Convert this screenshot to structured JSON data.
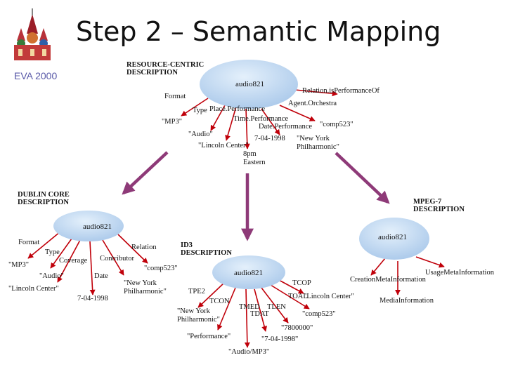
{
  "title": "Step 2 – Semantic Mapping",
  "logo_caption": "EVA 2000",
  "colors": {
    "edge": "#c0000a",
    "node": "#a9c8ea",
    "node_highlight": "#e4f0fb",
    "arrow": "#8e3a78",
    "ink": "#111111"
  },
  "top": {
    "header_line1": "RESOURCE-CENTRIC",
    "header_line2": "DESCRIPTION",
    "node": "audio821",
    "relation": "Relation.isPerformanceOf",
    "format": "Format",
    "type": "Type",
    "place_performance": "Place.Performance",
    "agent_orchestra": "Agent.Orchestra",
    "time_performance": "Time.Performance",
    "date_performance": "Date.Performance",
    "mp3": "\"MP3\"",
    "comp523": "\"comp523\"",
    "audio": "\"Audio\"",
    "date_value": "7-04-1998",
    "ny_line1": "\"New York",
    "ny_line2": "Philharmonic\"",
    "lincoln": "\"Lincoln Center\"",
    "time_line1": "8pm",
    "time_line2": "Eastern"
  },
  "dc": {
    "header_line1": "DUBLIN CORE",
    "header_line2": "DESCRIPTION",
    "node": "audio821",
    "format": "Format",
    "type": "Type",
    "coverage": "Coverage",
    "contributor": "Contributor",
    "relation": "Relation",
    "date": "Date",
    "mp3": "\"MP3\"",
    "audio": "\"Audio\"",
    "lincoln": "\"Lincoln Center\"",
    "date_value": "7-04-1998",
    "ny_line1": "\"New York",
    "ny_line2": "Philharmonic\"",
    "comp523": "\"comp523\""
  },
  "id3": {
    "header_line1": "ID3",
    "header_line2": "DESCRIPTION",
    "node": "audio821",
    "tpe2": "TPE2",
    "tcon": "TCON",
    "tmed": "TMED",
    "tlen": "TLEN",
    "tdat": "TDAT",
    "tcop": "TCOP",
    "toal": "TOAL",
    "ny_line1": "\"New York",
    "ny_line2": "Philharmonic\"",
    "performance": "\"Performance\"",
    "audio_mp3": "\"Audio/MP3\"",
    "date_value": "\"7-04-1998\"",
    "length": "\"7800000\"",
    "comp523": "\"comp523\"",
    "lincoln": "\"Lincoln Center\""
  },
  "mpeg": {
    "header_line1": "MPEG-7",
    "header_line2": "DESCRIPTION",
    "node": "audio821",
    "usage": "UsageMetaInformation",
    "creation": "CreationMetaInformation",
    "media": "MediaInformation"
  }
}
